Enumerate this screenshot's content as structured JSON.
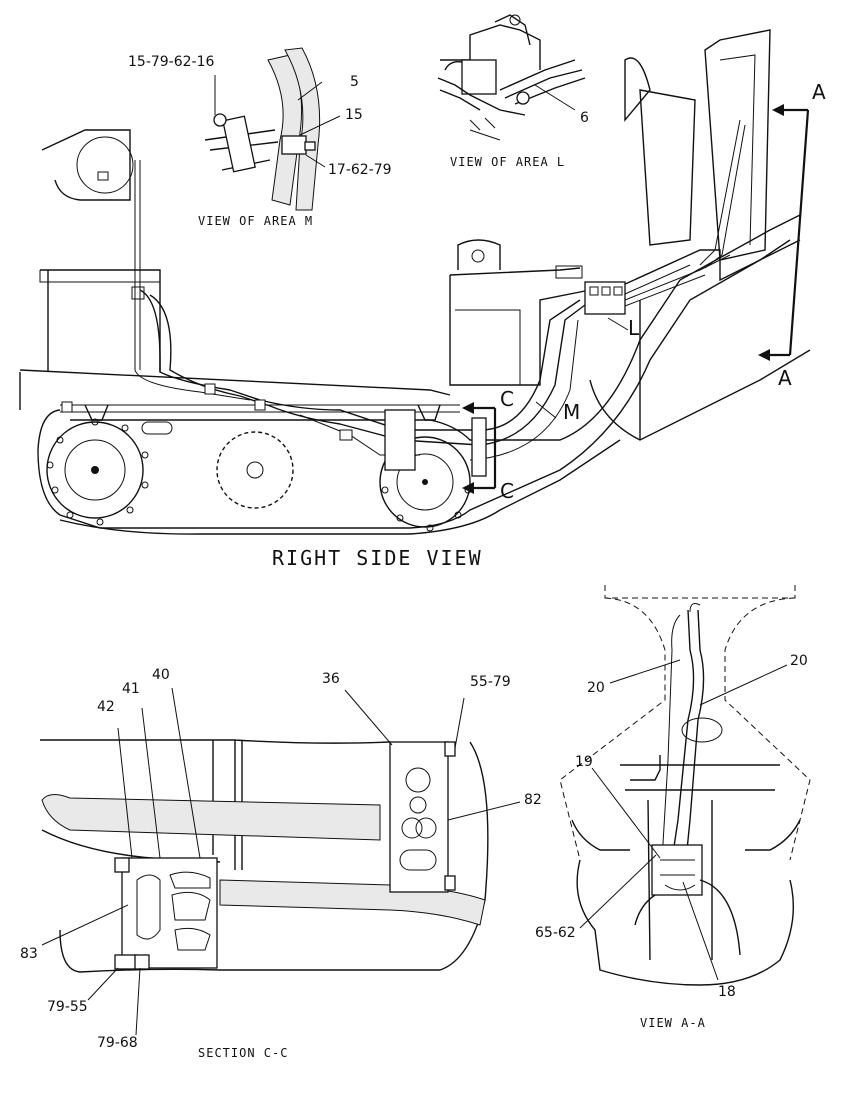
{
  "views": {
    "right_side": "RIGHT SIDE VIEW",
    "area_m": "VIEW OF AREA M",
    "area_l": "VIEW OF AREA L",
    "view_aa": "VIEW A-A",
    "section_cc": "SECTION C-C"
  },
  "section_markers": {
    "a_top": "A",
    "a_bottom": "A",
    "c_top": "C",
    "c_bottom": "C",
    "m": "M",
    "l": "L"
  },
  "callouts": {
    "c_15_79_62_16": "15-79-62-16",
    "c_5": "5",
    "c_15": "15",
    "c_17_62_79": "17-62-79",
    "c_6": "6",
    "c_36": "36",
    "c_55_79": "55-79",
    "c_82": "82",
    "c_42": "42",
    "c_41": "41",
    "c_40": "40",
    "c_83": "83",
    "c_79_55": "79-55",
    "c_79_68": "79-68",
    "c_20_left": "20",
    "c_20_right": "20",
    "c_19": "19",
    "c_65_62": "65-62",
    "c_18": "18"
  }
}
